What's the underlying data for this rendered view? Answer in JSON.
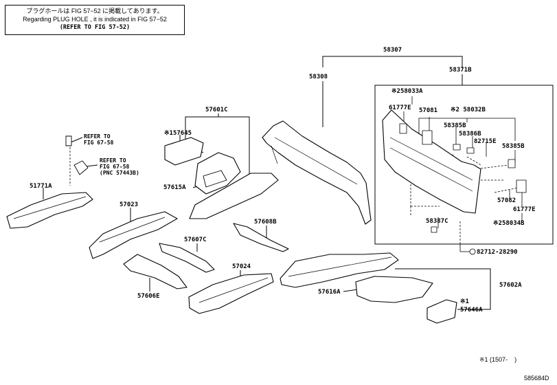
{
  "note": {
    "line1": "プラグホールは FIG 57−52 に掲載してあります。",
    "line2": "Regarding  PLUG  HOLE , it is indicated in FIG  57−52",
    "line3": "(REFER TO FIG 57-52)"
  },
  "refs": {
    "ref1_l1": "REFER TO",
    "ref1_l2": "FIG 67-58",
    "ref2_l1": "REFER TO",
    "ref2_l2": "FIG 67-58",
    "ref2_l3": "(PNC 57443B)"
  },
  "labels": {
    "p58307": "58307",
    "p58308": "58308",
    "p58371B": "58371B",
    "p58033A": "※258033A",
    "p61777E_a": "61777E",
    "p57081": "57081",
    "p58032B": "※2 58032B",
    "p58385B_a": "58385B",
    "p58386B": "58386B",
    "p82715E": "82715E",
    "p58385B_b": "58385B",
    "p57082": "57082",
    "p61777E_b": "61777E",
    "p58034B": "※258034B",
    "p58387C": "58387C",
    "p82712": "82712-28290",
    "p57601C": "57601C",
    "p57645": "※157645",
    "p57615A": "57615A",
    "p51771A": "51771A",
    "p57023": "57023",
    "p57608B": "57608B",
    "p57607C": "57607C",
    "p57024": "57024",
    "p57606E": "57606E",
    "p57616A": "57616A",
    "p57602A": "57602A",
    "p57646A_mark": "※1",
    "p57646A": "57646A"
  },
  "footnote": "※1 (1507-    )",
  "figure_id": "585684D"
}
